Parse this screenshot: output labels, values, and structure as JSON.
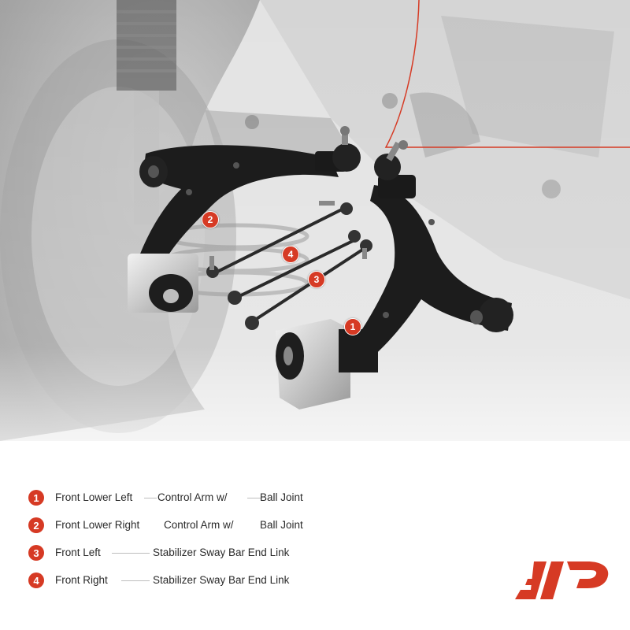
{
  "callouts": [
    {
      "id": "1"
    },
    {
      "id": "2"
    },
    {
      "id": "3"
    },
    {
      "id": "4"
    }
  ],
  "legend": [
    {
      "num": "1",
      "a": "Front Lower Left",
      "b": "Control Arm w/",
      "c": "Ball Joint"
    },
    {
      "num": "2",
      "a": "Front Lower Right",
      "b": "Control Arm w/",
      "c": "Ball Joint"
    },
    {
      "num": "3",
      "a": "Front Left",
      "b": "Stabilizer Sway Bar End Link",
      "c": ""
    },
    {
      "num": "4",
      "a": "Front Right",
      "b": "Stabilizer Sway Bar End Link",
      "c": ""
    }
  ],
  "colors": {
    "accent": "#d63a24",
    "arm": "#1c1c1c",
    "bushing": "#c9c9c9"
  },
  "logo": {
    "icon": "brand-logo-icon"
  }
}
